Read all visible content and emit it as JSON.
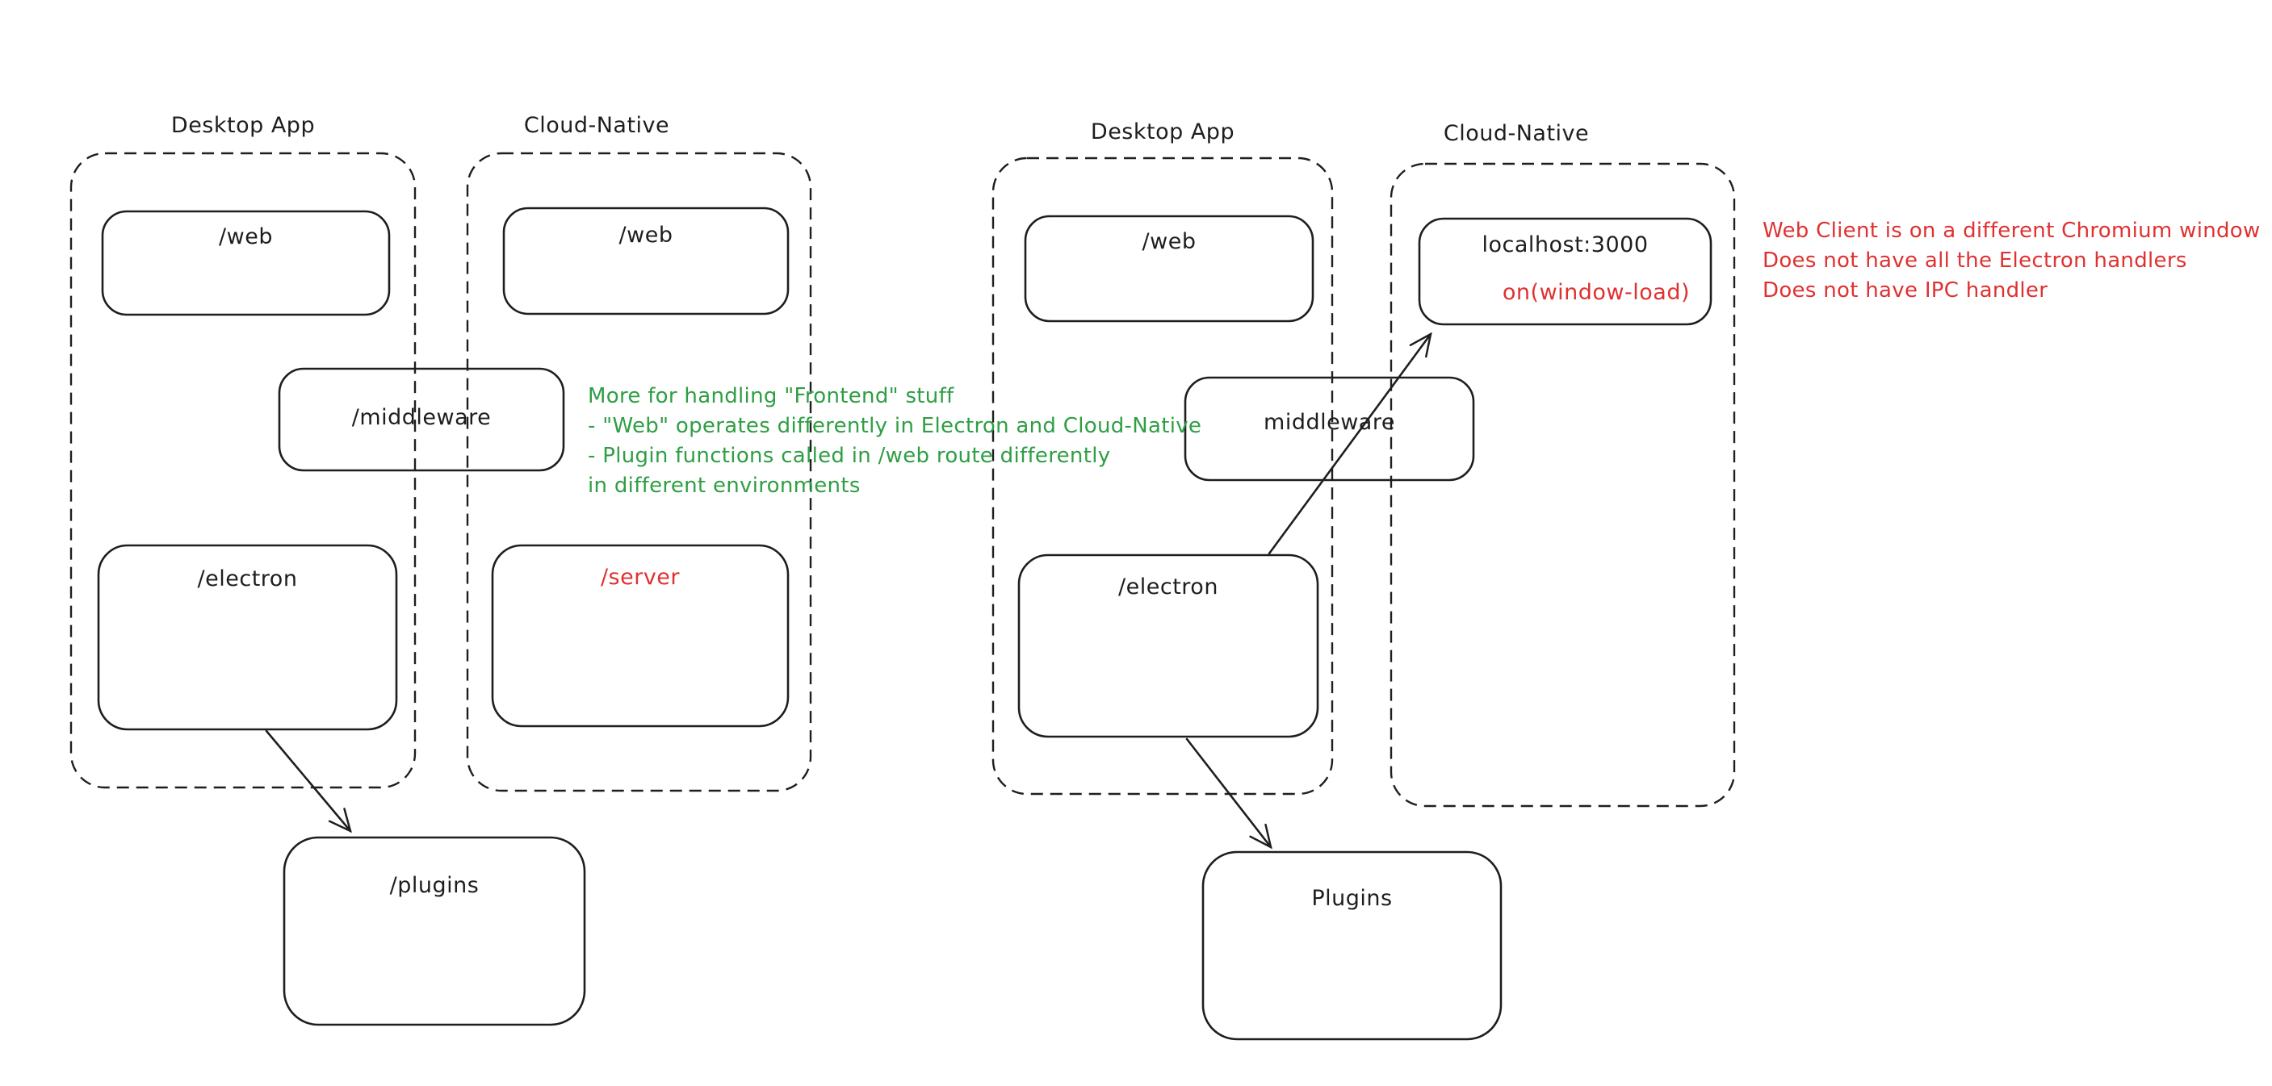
{
  "colors": {
    "stroke": "#1e1e1e",
    "annotation_green": "#2f9e44",
    "annotation_red": "#e03131",
    "background": "#ffffff"
  },
  "left_diagram": {
    "desktop_group_label": "Desktop App",
    "cloud_group_label": "Cloud-Native",
    "web_desktop_label": "/web",
    "web_cloud_label": "/web",
    "middleware_label": "/middleware",
    "electron_label": "/electron",
    "server_label": "/server",
    "plugins_label": "/plugins"
  },
  "right_diagram": {
    "desktop_group_label": "Desktop App",
    "cloud_group_label": "Cloud-Native",
    "web_label": "/web",
    "localhost_label": "localhost:3000",
    "on_window_load_label": "on(window-load)",
    "middleware_label": "middleware",
    "electron_label": "/electron",
    "plugins_label": "Plugins"
  },
  "notes": {
    "green": {
      "line1": "More for handling \"Frontend\" stuff",
      "line2": "- \"Web\" operates differently in Electron and Cloud-Native",
      "line3": "- Plugin functions called in /web route differently",
      "line4": "in different environments"
    },
    "red": {
      "line1": "Web Client is on a different Chromium window",
      "line2": "Does not have all the Electron handlers",
      "line3": "Does not have IPC handler"
    }
  }
}
